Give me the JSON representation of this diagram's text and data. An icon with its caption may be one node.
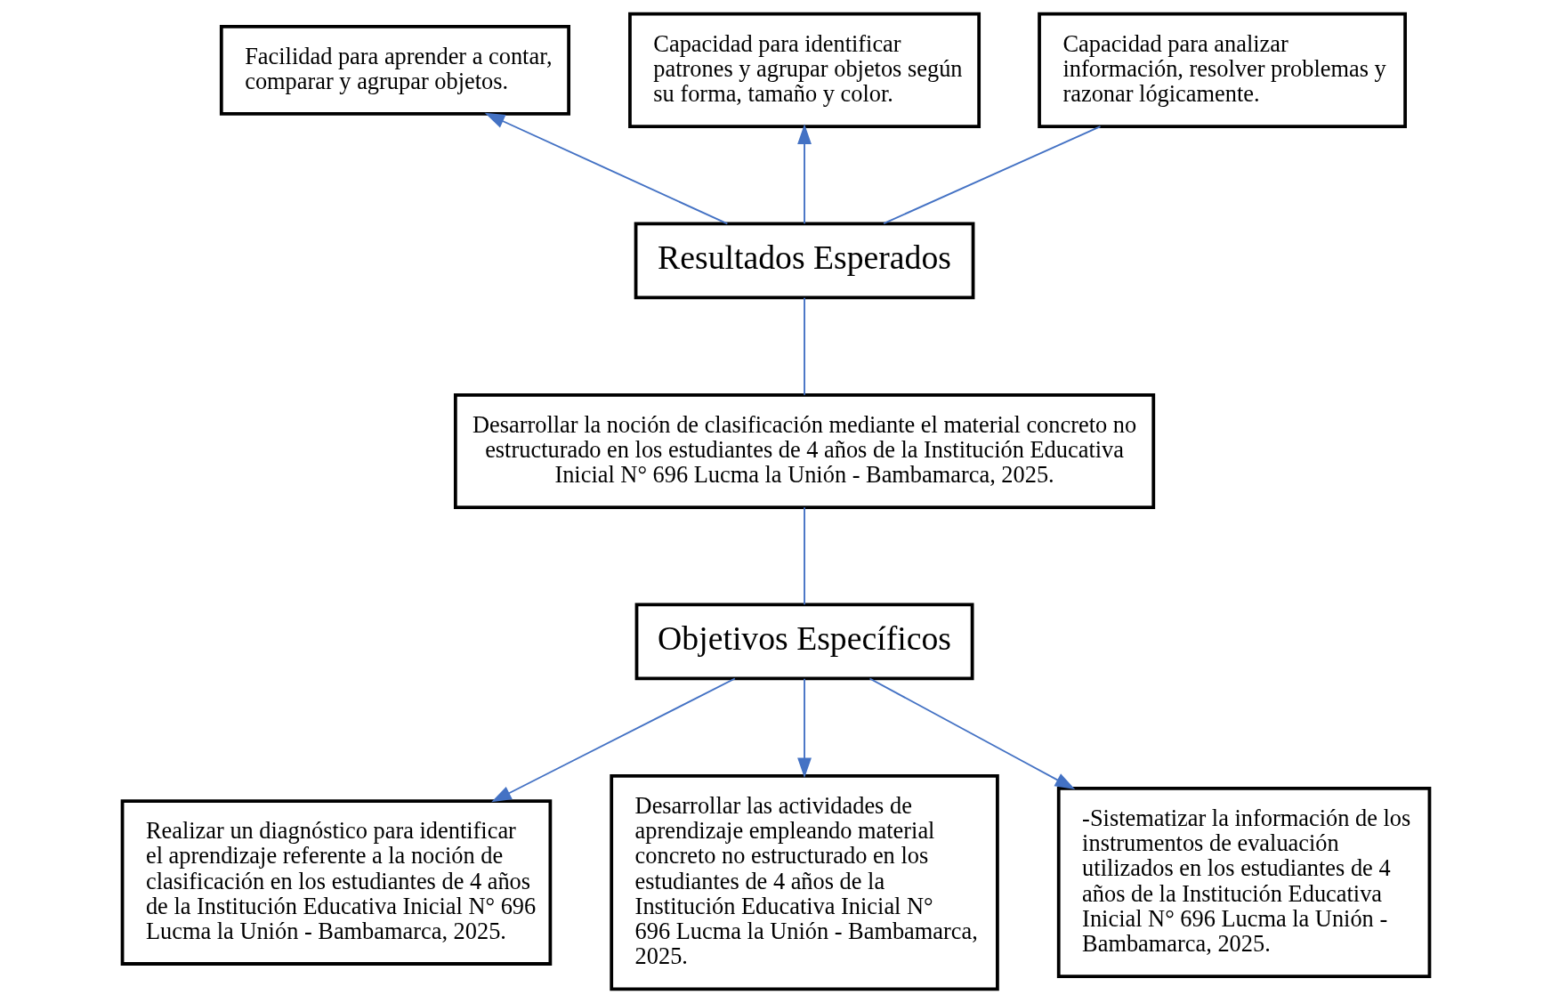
{
  "diagram": {
    "nodes": [
      {
        "text": [
          "Facilidad para aprender a contar, comparar y agrupar objetos."
        ]
      },
      {
        "text": [
          "Capacidad para identificar patrones y agrupar objetos según su forma, tamaño y color."
        ]
      },
      {
        "text": [
          "Capacidad para analizar información, resolver problemas y razonar lógicamente."
        ]
      },
      {
        "text": [
          "Resultados Esperados"
        ]
      },
      {
        "text": [
          "Desarrollar la noción de clasificación mediante el material concreto no estructurado en los estudiantes de 4 años de la Institución Educativa Inicial N° 696 Lucma la Unión - Bambamarca, 2025."
        ]
      },
      {
        "text": [
          "Objetivos Específicos"
        ]
      },
      {
        "text": [
          "Realizar un diagnóstico para identificar el aprendizaje referente a la noción de clasificación en los estudiantes de 4 años de la Institución Educativa Inicial N° 696 Lucma la Unión - Bambamarca, 2025."
        ]
      },
      {
        "text": [
          "Desarrollar las actividades de aprendizaje empleando material concreto no estructurado en los estudiantes de 4 años de la Institución Educativa Inicial N° 696 Lucma la Unión - Bambamarca, 2025."
        ]
      },
      {
        "text": [
          "-Sistematizar la información de los instrumentos de evaluación utilizados en los estudiantes de 4 años de la Institución Educativa Inicial N° 696 Lucma la Unión - Bambamarca, 2025."
        ]
      }
    ],
    "edges": [
      {
        "from": 3,
        "to": 0,
        "arrow": "to"
      },
      {
        "from": 3,
        "to": 1,
        "arrow": "to"
      },
      {
        "from": 3,
        "to": 2,
        "arrow": "none"
      },
      {
        "from": 4,
        "to": 3,
        "arrow": "none"
      },
      {
        "from": 4,
        "to": 5,
        "arrow": "none"
      },
      {
        "from": 5,
        "to": 6,
        "arrow": "to"
      },
      {
        "from": 5,
        "to": 7,
        "arrow": "to"
      },
      {
        "from": 5,
        "to": 8,
        "arrow": "to"
      }
    ]
  }
}
